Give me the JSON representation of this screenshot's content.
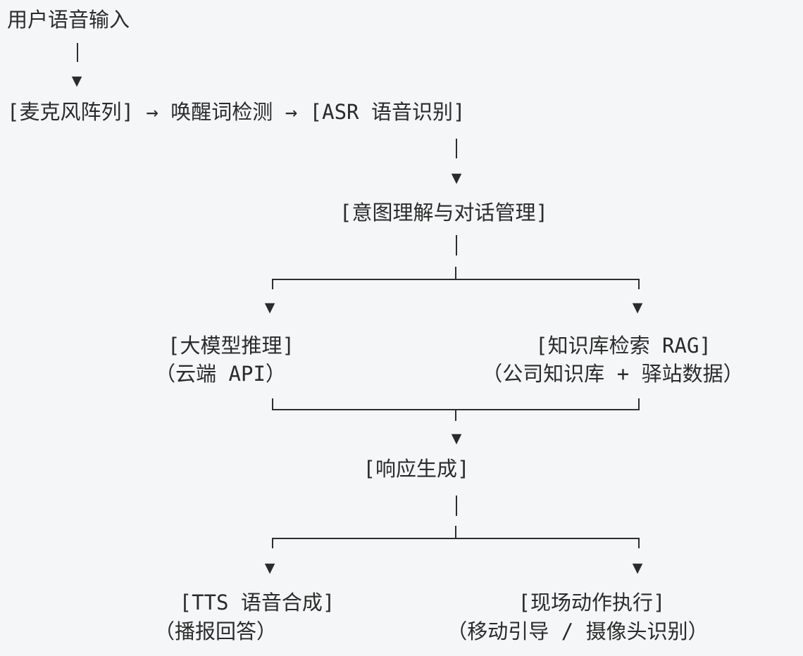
{
  "diagram": {
    "title_hint": "voice-assistant-pipeline-flowchart",
    "colors": {
      "background": "#f5f6f7",
      "text": "#2b2b2b",
      "line": "#2e2e2e"
    },
    "glyphs": {
      "down_arrow": "▼"
    },
    "nodes": {
      "input": "用户语音输入",
      "pipeline_row": "[麦克风阵列] → 唤醒词检测 → [ASR 语音识别]",
      "intent": "[意图理解与对话管理]",
      "llm": "[大模型推理]",
      "llm_sub": "（云端 API）",
      "rag": "[知识库检索 RAG]",
      "rag_sub": "（公司知识库 + 驿站数据）",
      "response": "[响应生成]",
      "tts": "[TTS 语音合成]",
      "tts_sub": "（播报回答）",
      "action": "[现场动作执行]",
      "action_sub": "（移动引导 / 摄像头识别）"
    },
    "edges": [
      "用户语音输入 → 麦克风阵列",
      "麦克风阵列 → 唤醒词检测",
      "唤醒词检测 → ASR 语音识别",
      "ASR 语音识别 → 意图理解与对话管理",
      "意图理解与对话管理 → 大模型推理",
      "意图理解与对话管理 → 知识库检索 RAG",
      "大模型推理 → 响应生成",
      "知识库检索 RAG → 响应生成",
      "响应生成 → TTS 语音合成",
      "响应生成 → 现场动作执行"
    ]
  }
}
